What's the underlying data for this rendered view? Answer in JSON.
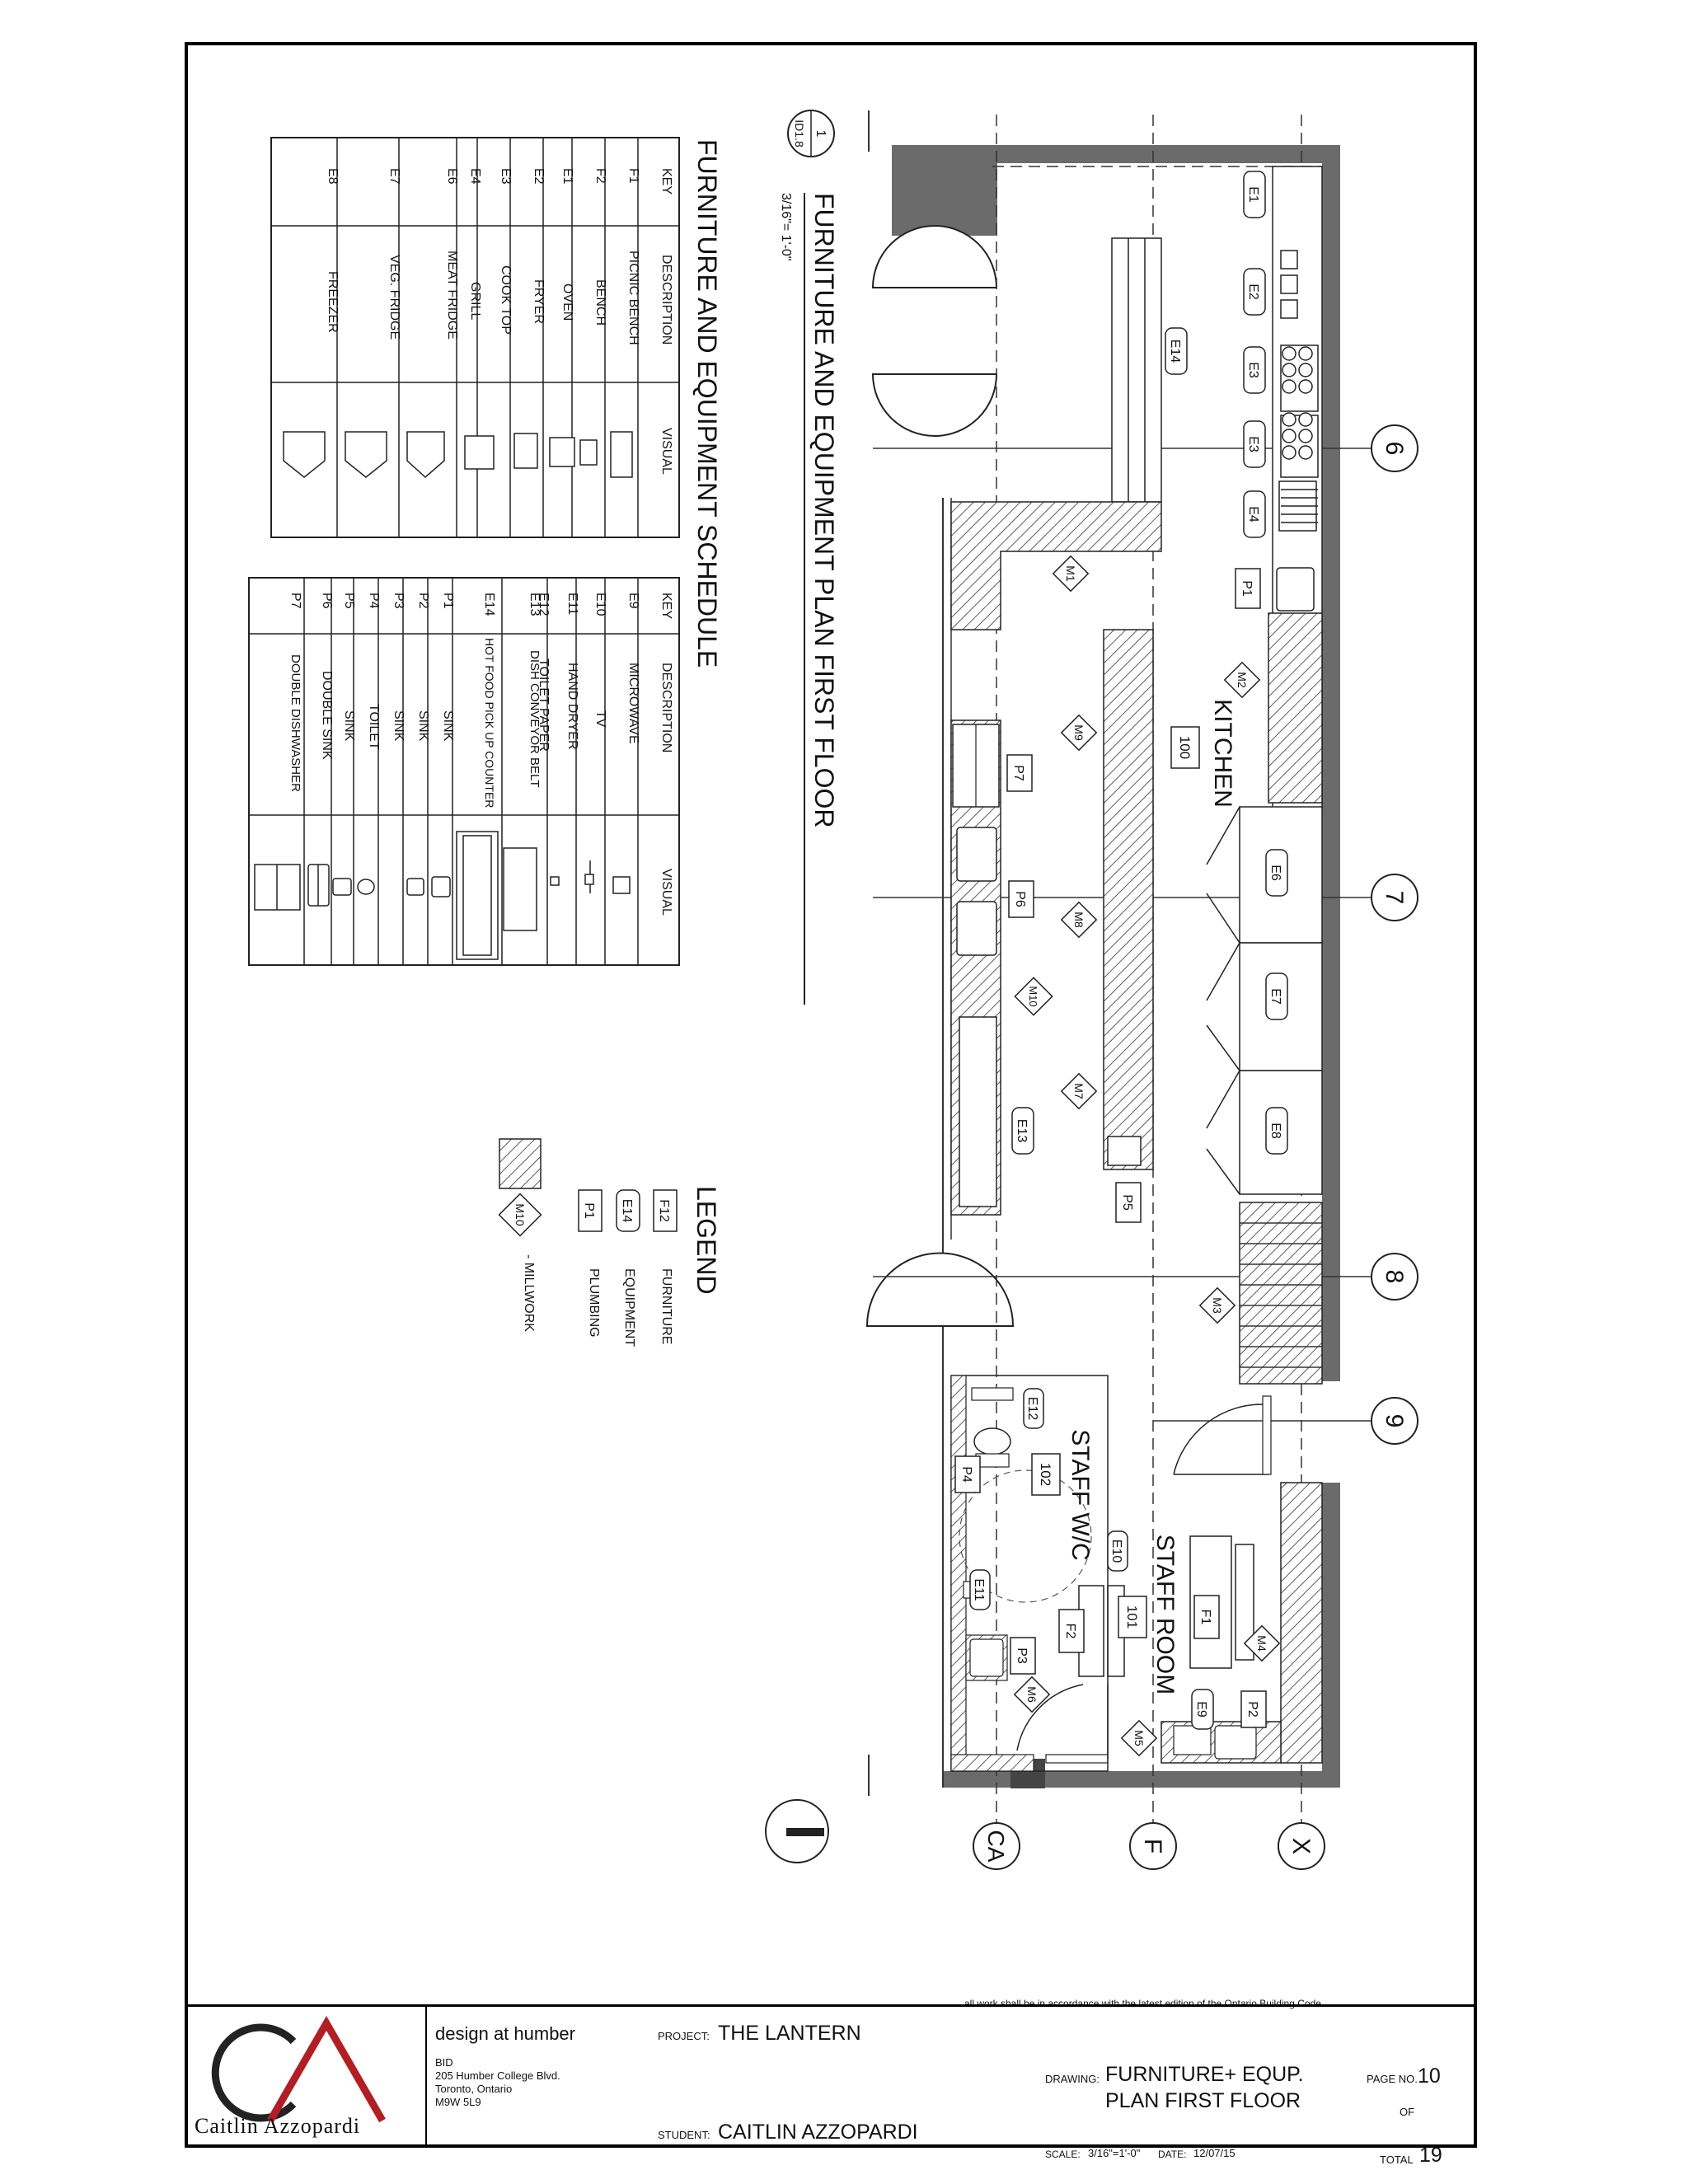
{
  "plan": {
    "title": "FURNITURE AND EQUIPMENT PLAN FIRST FLOOR",
    "scale": "3/16\"= 1'-0\"",
    "ref_number": "1",
    "ref_sheet": "ID1.8"
  },
  "schedule": {
    "title": "FURNITURE AND EQUIPMENT SCHEDULE",
    "headers": [
      "KEY",
      "DESCRIPTION",
      "VISUAL"
    ],
    "table1": [
      {
        "key": "F1",
        "desc": "PICNIC BENCH"
      },
      {
        "key": "F2",
        "desc": "BENCH"
      },
      {
        "key": "E1",
        "desc": "OVEN"
      },
      {
        "key": "E2",
        "desc": "FRYER"
      },
      {
        "key": "E3",
        "desc": "COOK TOP"
      },
      {
        "key": "E4",
        "desc": "GRILL"
      },
      {
        "key": "E6",
        "desc": "MEAT FRIDGE"
      },
      {
        "key": "E7",
        "desc": "VEG. FRIDGE"
      },
      {
        "key": "E8",
        "desc": "FREEZER"
      }
    ],
    "table2": [
      {
        "key": "E9",
        "desc": "MICROWAVE"
      },
      {
        "key": "E10",
        "desc": "TV"
      },
      {
        "key": "E11",
        "desc": "HAND DRYER"
      },
      {
        "key": "E12",
        "desc": "TOILET PAPER"
      },
      {
        "key": "E13",
        "desc": "DISH CONVEYOR BELT"
      },
      {
        "key": "E14",
        "desc": "HOT FOOD PICK UP COUNTER"
      },
      {
        "key": "P1",
        "desc": "SINK"
      },
      {
        "key": "P2",
        "desc": "SINK"
      },
      {
        "key": "P3",
        "desc": "SINK"
      },
      {
        "key": "P4",
        "desc": "TOILET"
      },
      {
        "key": "P5",
        "desc": "SINK"
      },
      {
        "key": "P6",
        "desc": "DOUBLE SINK"
      },
      {
        "key": "P7",
        "desc": "DOUBLE DISHWASHER"
      }
    ]
  },
  "legend": {
    "title": "LEGEND",
    "items": [
      {
        "tag": "F12",
        "label": "FURNITURE"
      },
      {
        "tag": "E14",
        "label": "EQUIPMENT"
      },
      {
        "tag": "P1",
        "label": "PLUMBING"
      },
      {
        "tag": "M10",
        "label": "- MILLWORK"
      }
    ]
  },
  "rooms": [
    {
      "name": "KITCHEN",
      "number": "100"
    },
    {
      "name": "STAFF ROOM",
      "number": "101"
    },
    {
      "name": "STAFF W/C",
      "number": "102"
    }
  ],
  "grid": {
    "row_labels": [
      "6",
      "7",
      "8",
      "9"
    ],
    "col_labels": [
      "X",
      "F",
      "CA"
    ]
  },
  "tags": {
    "equipment": [
      "E1",
      "E2",
      "E3",
      "E3",
      "E4",
      "E6",
      "E7",
      "E8",
      "E9",
      "E10",
      "E11",
      "E12",
      "E13",
      "E14"
    ],
    "furniture": [
      "F1",
      "F2"
    ],
    "plumbing": [
      "P1",
      "P2",
      "P3",
      "P4",
      "P5",
      "P6",
      "P7"
    ],
    "millwork": [
      "M1",
      "M2",
      "M3",
      "M4",
      "M5",
      "M6",
      "M7",
      "M8",
      "M9",
      "M10"
    ]
  },
  "title_block": {
    "note": "all work shall be in accordance with the latest edition of the Ontario Building Code.",
    "logo_text": "Caitlin Azzopardi",
    "school": "design at humber",
    "address": [
      "BID",
      "205 Humber College Blvd.",
      "Toronto, Ontario",
      "M9W 5L9"
    ],
    "project_label": "PROJECT:",
    "project": "THE LANTERN",
    "student_label": "STUDENT:",
    "student": "CAITLIN AZZOPARDI",
    "drawing_label": "DRAWING:",
    "drawing_line1": "FURNITURE+ EQUP.",
    "drawing_line2": "PLAN FIRST FLOOR",
    "page_label": "PAGE NO.",
    "page": "10",
    "of": "OF",
    "total_label": "TOTAL",
    "total": "19",
    "scale_label": "SCALE:",
    "scale": "3/16\"=1'-0\"",
    "date_label": "DATE:",
    "date": "12/07/15"
  },
  "colors": {
    "wall": "#6b6b6b",
    "logo_red": "#b11f24",
    "line": "#111111"
  }
}
